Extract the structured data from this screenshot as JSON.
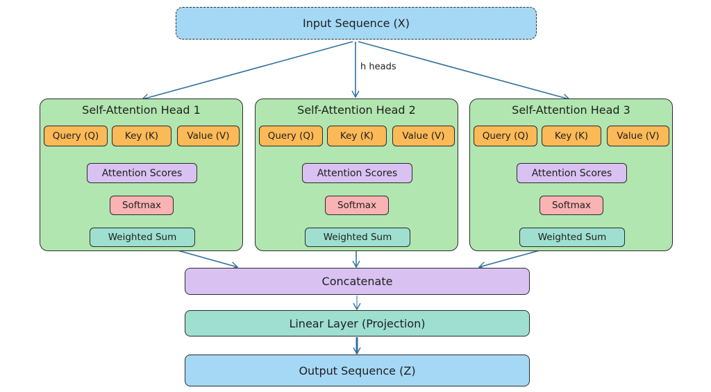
{
  "input": {
    "label": "Input Sequence (X)"
  },
  "branch_label": "h heads",
  "heads": [
    {
      "title": "Self-Attention Head 1",
      "query": "Query (Q)",
      "key": "Key (K)",
      "value": "Value (V)",
      "scores": "Attention Scores",
      "softmax": "Softmax",
      "weighted_sum": "Weighted Sum"
    },
    {
      "title": "Self-Attention Head 2",
      "query": "Query (Q)",
      "key": "Key (K)",
      "value": "Value (V)",
      "scores": "Attention Scores",
      "softmax": "Softmax",
      "weighted_sum": "Weighted Sum"
    },
    {
      "title": "Self-Attention Head 3",
      "query": "Query (Q)",
      "key": "Key (K)",
      "value": "Value (V)",
      "scores": "Attention Scores",
      "softmax": "Softmax",
      "weighted_sum": "Weighted Sum"
    }
  ],
  "concat": {
    "label": "Concatenate"
  },
  "linear": {
    "label": "Linear Layer (Projection)"
  },
  "output": {
    "label": "Output Sequence (Z)"
  },
  "colors": {
    "arrow": "#2f6f9f",
    "input": "#a5d8f5",
    "head": "#b2e6b0",
    "qkv": "#fbb957",
    "scores": "#d9c2f2",
    "softmax": "#f9b3b3",
    "weighted_sum": "#9edfd0"
  }
}
